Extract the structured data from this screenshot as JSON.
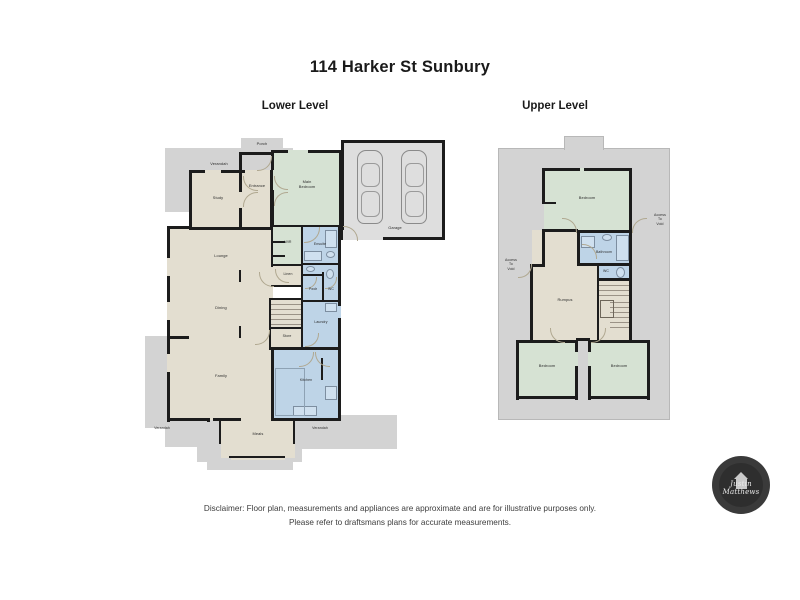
{
  "document": {
    "title": "114 Harker St Sunbury",
    "disclaimer_line_1": "Disclaimer: Floor plan, measurements and appliances are approximate and are for illustrative purposes only.",
    "disclaimer_line_2": "Please refer to draftsmans plans for accurate measurements."
  },
  "levels": {
    "lower": {
      "label": "Lower Level"
    },
    "upper": {
      "label": "Upper Level"
    }
  },
  "lower_rooms": {
    "verandah_top": "Verandah",
    "porch": "Porch",
    "study": "Study",
    "entrance": "Entrance",
    "main_bedroom": "Main\nBedroom",
    "garage": "Garage",
    "wir": "WIR",
    "ensuite": "Ensuite",
    "linen": "Linen",
    "pwdr": "Pwdr",
    "wc": "WC",
    "lounge": "Lounge",
    "dining": "Dining",
    "laundry": "Laundry",
    "store": "Store",
    "family": "Family",
    "kitchen": "Kitchen",
    "meals": "Meals",
    "verandah_left": "Verandah",
    "verandah_right": "Verandah"
  },
  "upper_rooms": {
    "bedroom_main": "Bedroom",
    "bathroom": "Bathroom",
    "wc": "WC",
    "rumpus": "Rumpus",
    "bedroom_left": "Bedroom",
    "bedroom_right": "Bedroom",
    "access_to_void_right": "Access\nTo\nVoid",
    "access_to_void_left": "Access\nTo\nVoid"
  },
  "branding": {
    "logo_name": "Justin Matthews",
    "logo_icon": "camera-shutter-house-logo"
  },
  "colors": {
    "page_background": "#ffffff",
    "outer_area": "#d3d3d3",
    "living_beige": "#e3ded0",
    "bedroom_green": "#d6e2d3",
    "wet_area_blue": "#bed4e7",
    "garage_grey": "#dedede",
    "wall": "#1c1c1c",
    "text": "#1a1a1a"
  }
}
